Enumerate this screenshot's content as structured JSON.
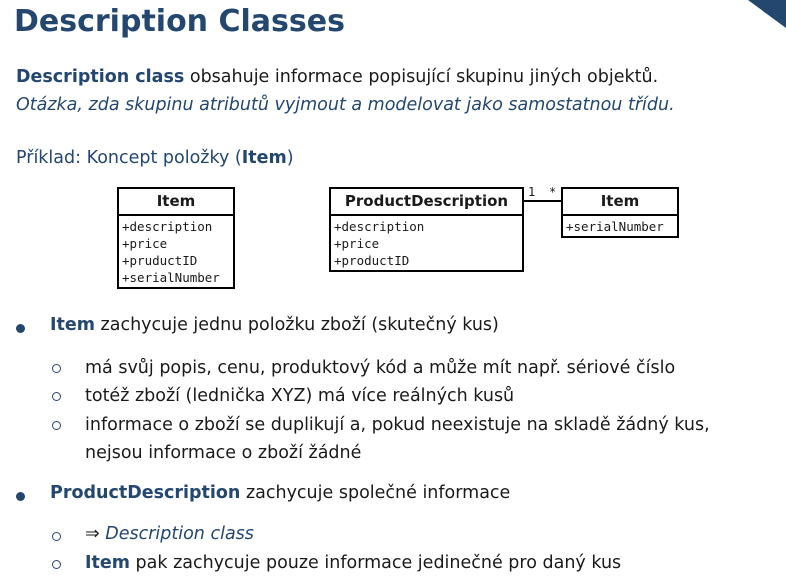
{
  "title": "Description Classes",
  "intro": {
    "term": "Description class",
    "text": " obsahuje informace popisující skupinu jiných objektů.",
    "question": "Otázka, zda skupinu atributů vyjmout a modelovat jako samostatnou třídu."
  },
  "example": {
    "prefix": "Příklad: Koncept položky (",
    "term": "Item",
    "suffix": ")"
  },
  "diagram": {
    "item_left": {
      "name": "Item",
      "attrs": [
        "+description",
        "+price",
        "+pruductID",
        "+serialNumber"
      ]
    },
    "product_description": {
      "name": "ProductDescription",
      "attrs": [
        "+description",
        "+price",
        "+productID"
      ]
    },
    "item_right": {
      "name": "Item",
      "attrs": [
        "+serialNumber"
      ]
    },
    "mult_left": "1",
    "mult_right": "*"
  },
  "bullets": {
    "b1": {
      "term": "Item",
      "text": " zachycuje jednu položku zboží (skutečný kus)"
    },
    "b1_sub": [
      "má svůj popis, cenu, produktový kód a může mít např. sériové číslo",
      "totéž zboží (lednička XYZ) má více reálných kusů",
      "informace o zboží se duplikují a, pokud neexistuje na skladě žádný kus,",
      "nejsou informace o zboží žádné"
    ],
    "b2": {
      "term": "ProductDescription",
      "text": " zachycuje společné informace"
    },
    "b2_sub1": {
      "arrow": "⇒",
      "text": " Description class"
    },
    "b2_sub2": {
      "term": "Item",
      "text": " pak zachycuje pouze informace jedinečné pro daný kus"
    }
  }
}
